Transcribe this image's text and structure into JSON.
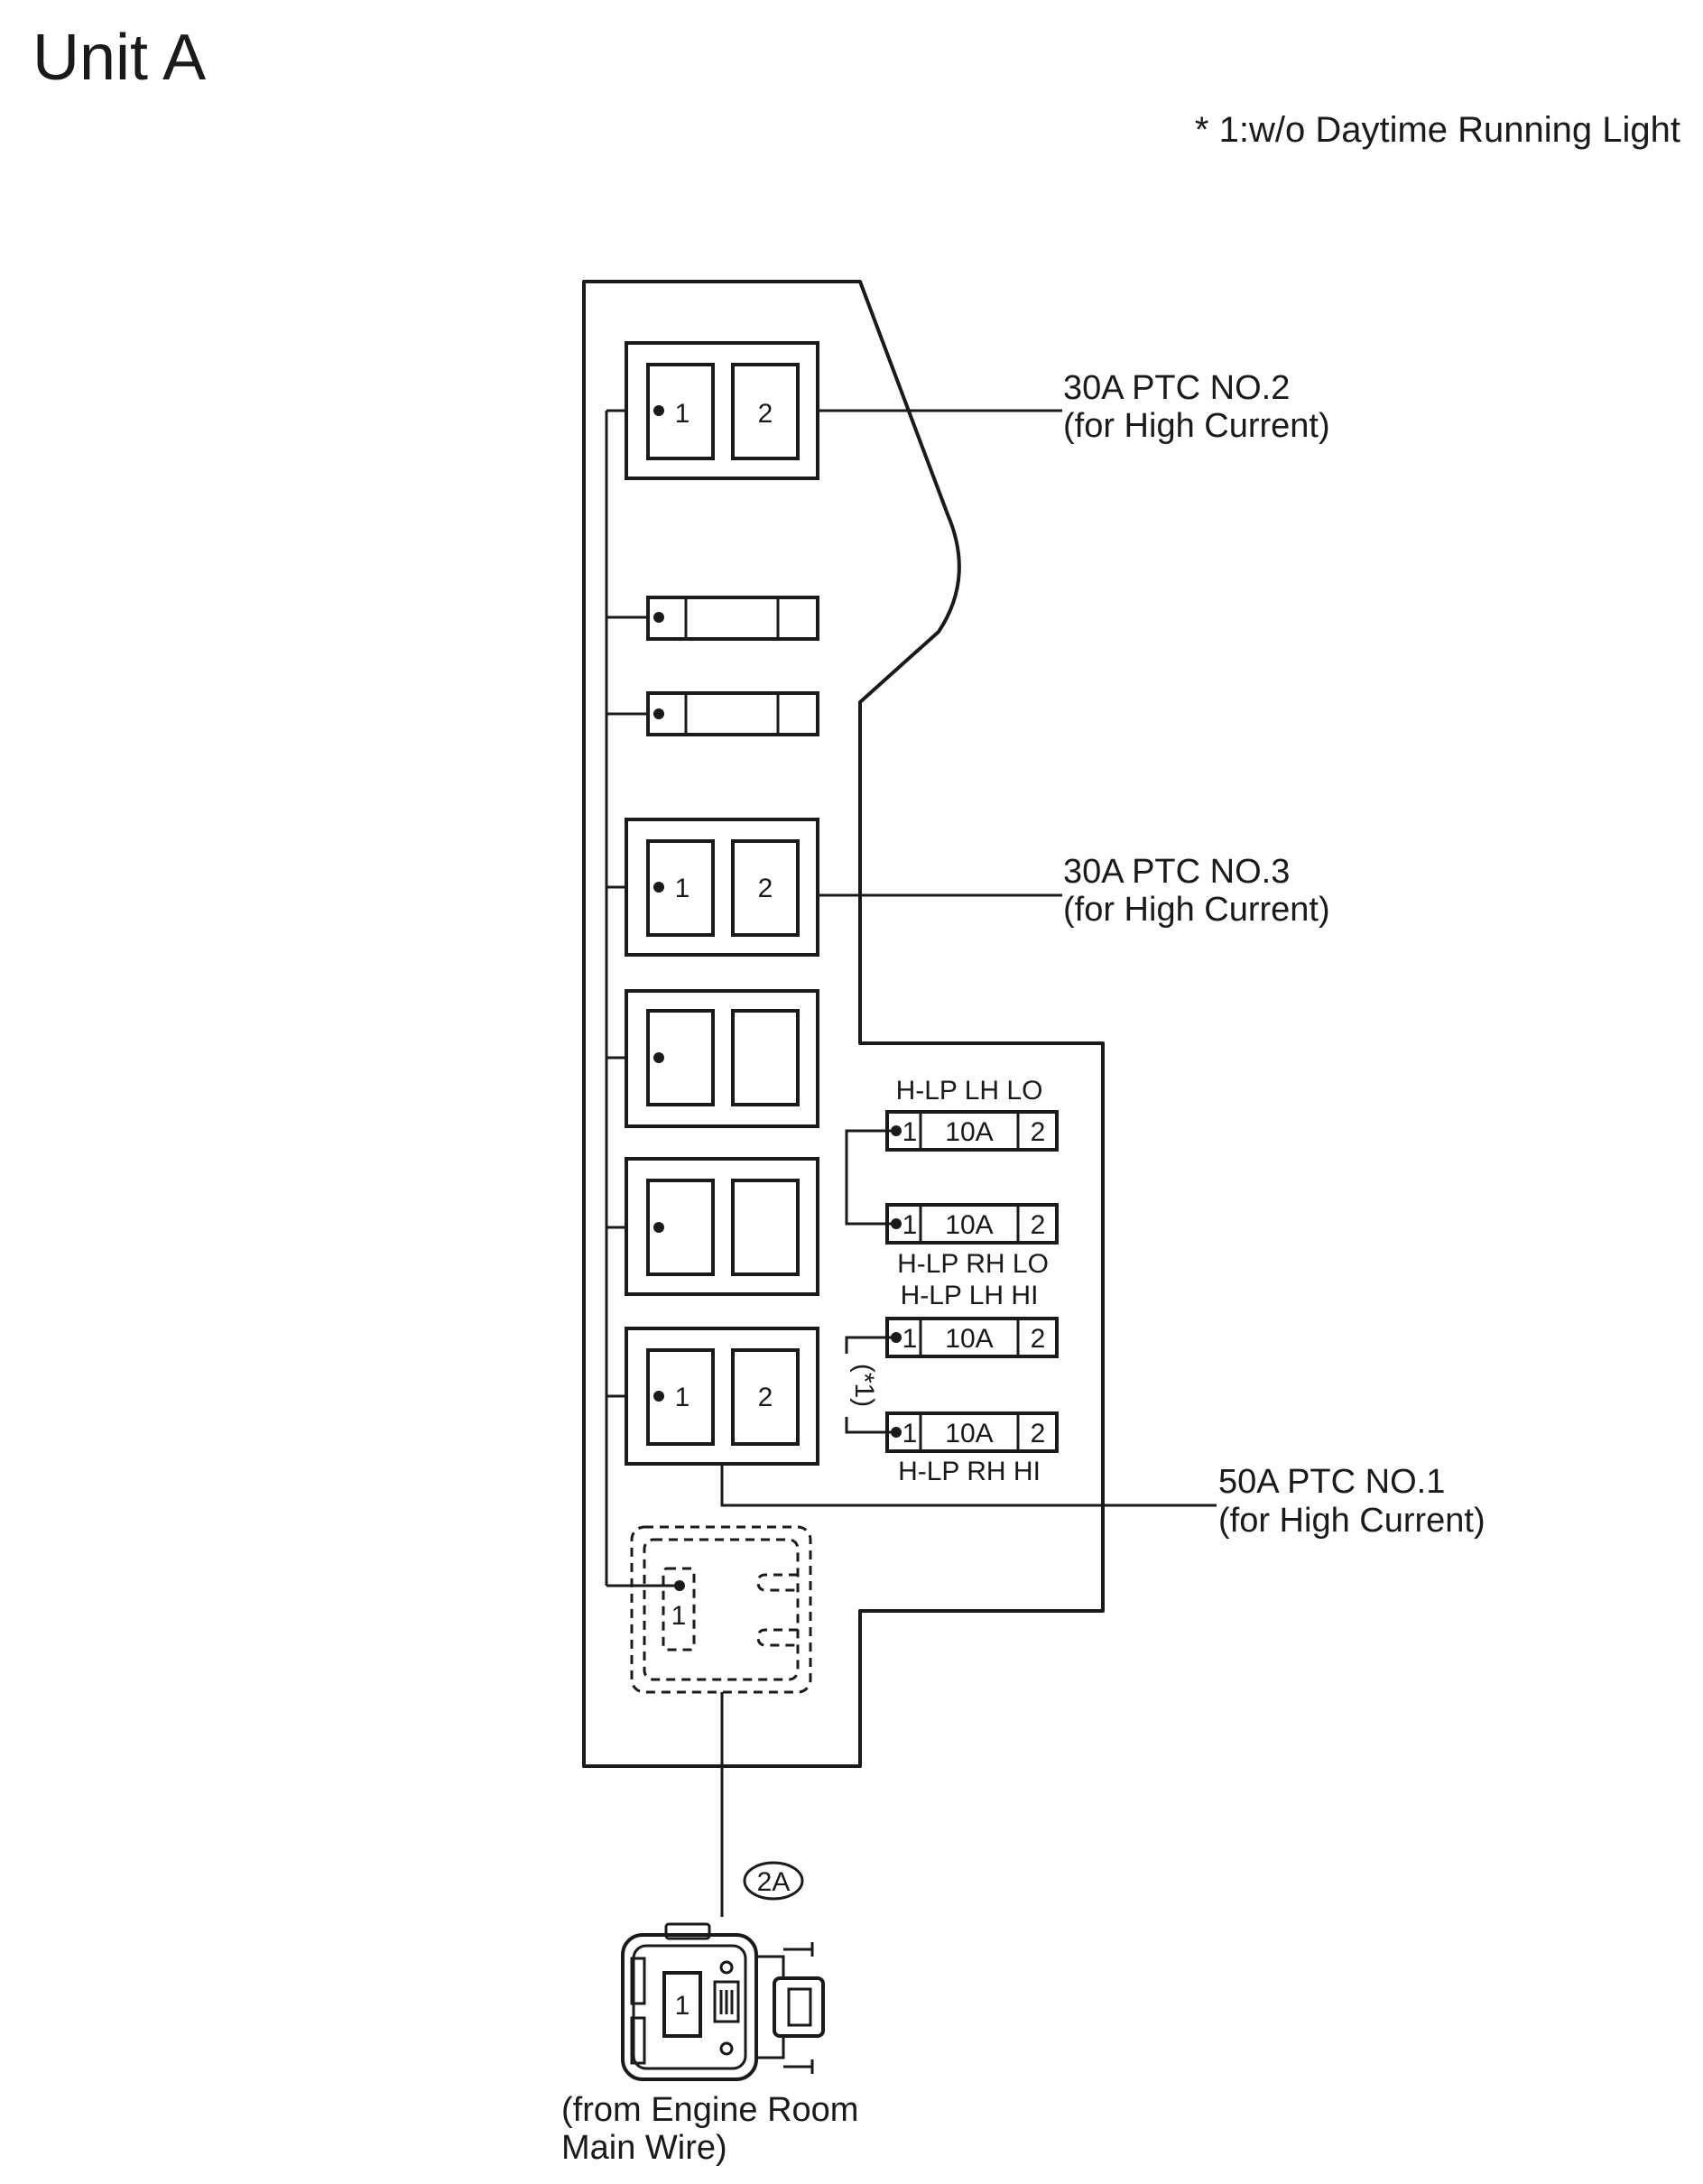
{
  "title": "Unit A",
  "note": "* 1:w/o Daytime Running Light",
  "ptc_labels": {
    "ptc2": {
      "name": "30A PTC NO.2",
      "sub": "(for High Current)"
    },
    "ptc3": {
      "name": "30A PTC NO.3",
      "sub": "(for High Current)"
    },
    "ptc1": {
      "name": "50A PTC NO.1",
      "sub": "(for High Current)"
    }
  },
  "pins": {
    "one": "1",
    "two": "2"
  },
  "fuses": {
    "rating": "10A",
    "hlp_lh_lo": "H-LP LH LO",
    "hlp_rh_lo": "H-LP RH LO",
    "hlp_lh_hi": "H-LP LH HI",
    "hlp_rh_hi": "H-LP RH HI",
    "note_ref": "(*1)"
  },
  "connector": {
    "code": "2A",
    "pin": "1",
    "caption_line1": "(from Engine Room",
    "caption_line2": "Main Wire)"
  }
}
